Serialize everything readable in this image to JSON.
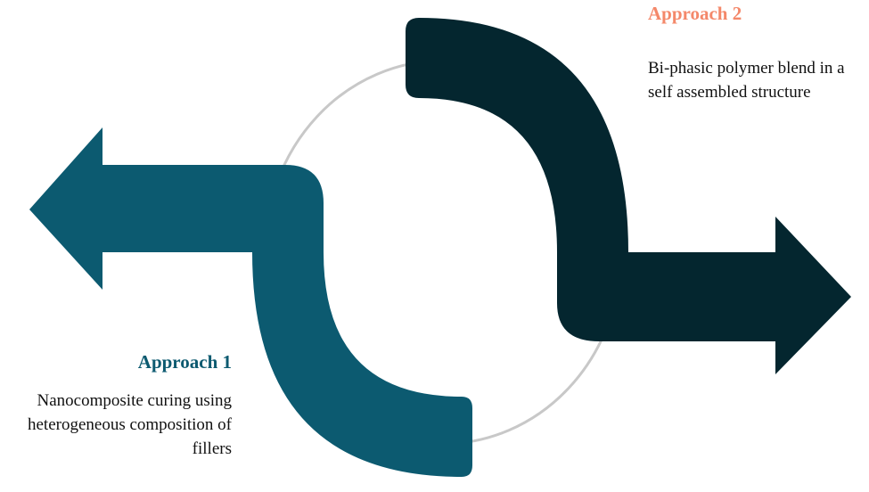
{
  "colors": {
    "approach1": "#0c5a70",
    "approach2": "#04262f",
    "approach2_title": "#f4886a",
    "ring": "#c8c8c8"
  },
  "approach1": {
    "title": "Approach 1",
    "description": "Nanocomposite curing using heterogeneous composition of fillers"
  },
  "approach2": {
    "title": "Approach 2",
    "description": "Bi-phasic polymer blend in a self assembled structure"
  }
}
